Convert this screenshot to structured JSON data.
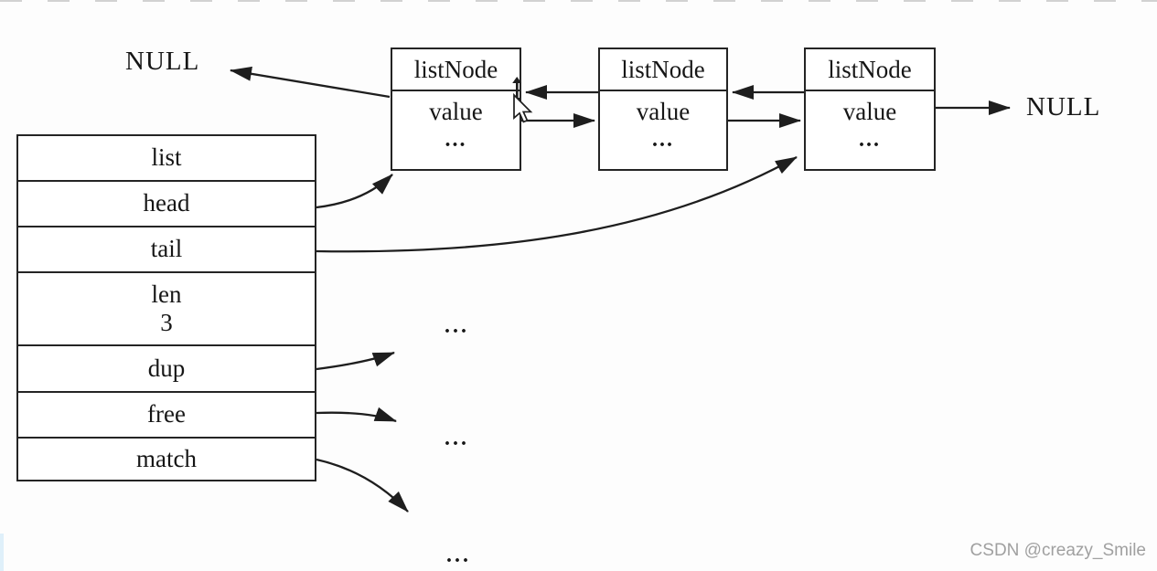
{
  "diagram": {
    "list_struct": {
      "rows": [
        {
          "label": "list"
        },
        {
          "label": "head"
        },
        {
          "label": "tail"
        },
        {
          "label": "len",
          "value": "3"
        },
        {
          "label": "dup"
        },
        {
          "label": "free"
        },
        {
          "label": "match"
        }
      ]
    },
    "nodes": [
      {
        "title": "listNode",
        "field": "value",
        "more": "..."
      },
      {
        "title": "listNode",
        "field": "value",
        "more": "..."
      },
      {
        "title": "listNode",
        "field": "value",
        "more": "..."
      }
    ],
    "null_left": "NULL",
    "null_right": "NULL",
    "placeholders": [
      "...",
      "...",
      "..."
    ]
  },
  "watermark": {
    "text": "CSDN @creazy_Smile"
  },
  "colors": {
    "line": "#1e1e1e",
    "text": "#161616",
    "watermark": "#a0a0a0"
  }
}
